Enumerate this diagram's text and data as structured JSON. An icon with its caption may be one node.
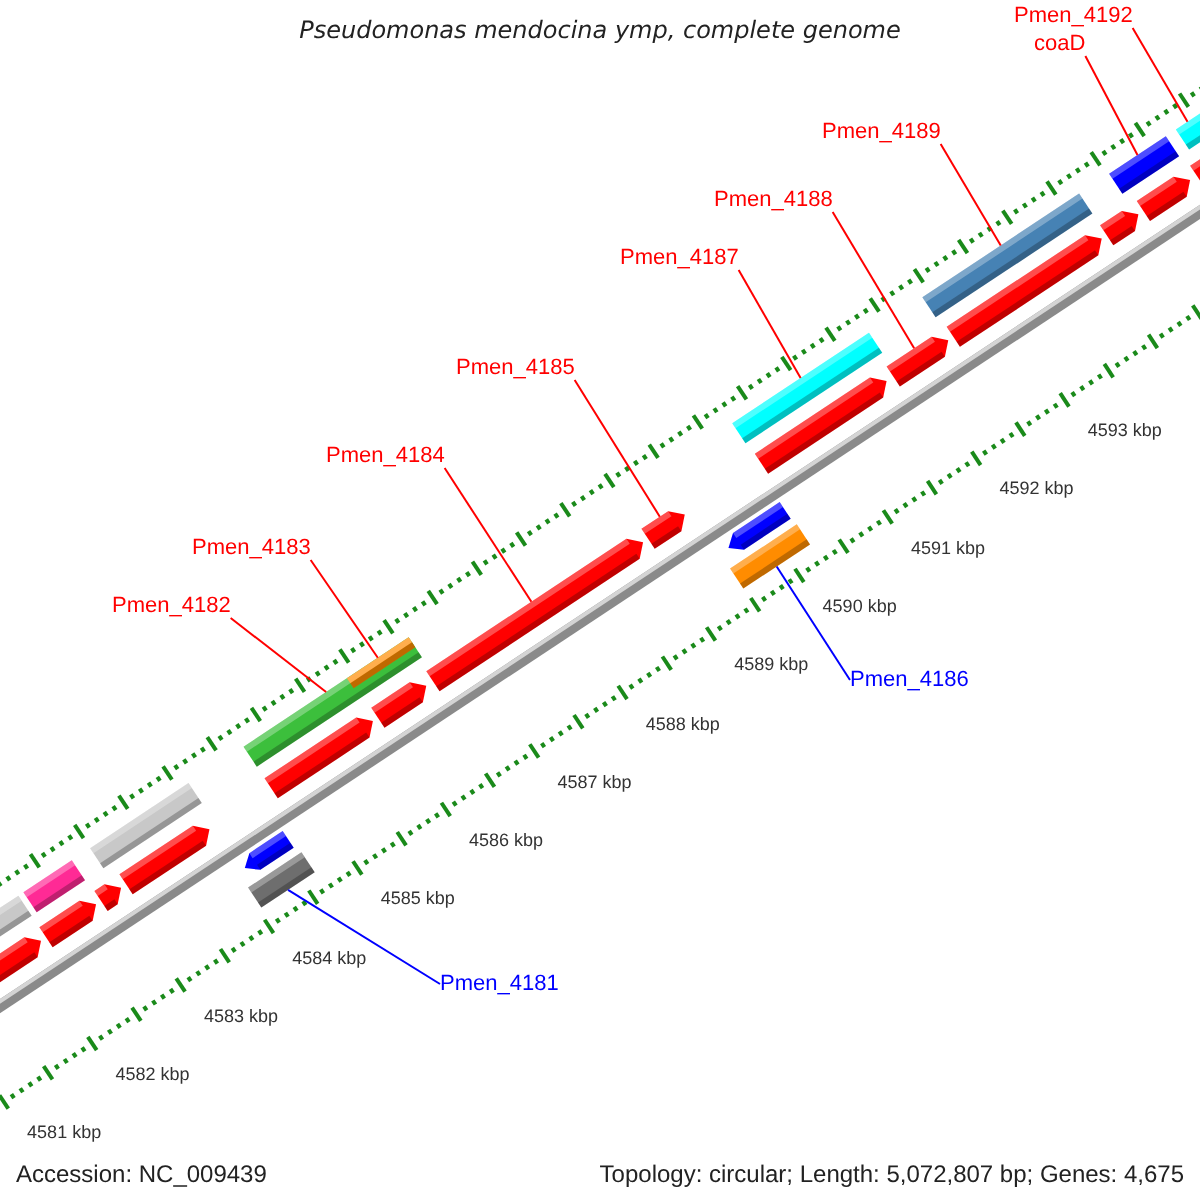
{
  "diagram": {
    "title": "Pseudomonas mendocina ymp, complete genome",
    "nodes": [
      {
        "text": [
          "Pmen_4192"
        ]
      },
      {
        "text": [
          "coaD"
        ]
      },
      {
        "text": [
          "Pmen_4189"
        ]
      },
      {
        "text": [
          "Pmen_4188"
        ]
      },
      {
        "text": [
          "Pmen_4187"
        ]
      },
      {
        "text": [
          "Pmen_4185"
        ]
      },
      {
        "text": [
          "Pmen_4184"
        ]
      },
      {
        "text": [
          "Pmen_4183"
        ]
      },
      {
        "text": [
          "Pmen_4182"
        ]
      },
      {
        "text": [
          "Pmen_4186"
        ]
      },
      {
        "text": [
          "Pmen_4181"
        ]
      },
      {
        "text": [],
        "shape": "bar"
      },
      {
        "text": [],
        "shape": "bar"
      },
      {
        "text": [],
        "shape": "bar"
      },
      {
        "text": [],
        "shape": "bar"
      },
      {
        "text": [],
        "shape": "bar"
      },
      {
        "text": [],
        "shape": "bar"
      },
      {
        "text": [],
        "shape": "bar"
      },
      {
        "text": [],
        "shape": "bar"
      },
      {
        "text": [],
        "shape": "bar"
      },
      {
        "text": [],
        "shape": "bar"
      },
      {
        "text": [],
        "shape": "bar"
      },
      {
        "text": [],
        "shape": "bar",
        "in": 21
      },
      {
        "text": [],
        "shape": "bar"
      },
      {
        "text": [],
        "shape": "bar"
      },
      {
        "text": [],
        "shape": "bar"
      },
      {
        "text": [],
        "shape": "bar"
      },
      {
        "text": [],
        "shape": "bar"
      },
      {
        "text": [],
        "shape": "bar"
      },
      {
        "text": [],
        "shape": "bar"
      },
      {
        "text": [],
        "shape": "bar"
      },
      {
        "text": [],
        "shape": "bar"
      },
      {
        "text": [],
        "shape": "bar"
      },
      {
        "text": [],
        "shape": "bar"
      },
      {
        "text": [],
        "shape": "bar"
      },
      {
        "text": [],
        "shape": "bar"
      },
      {
        "text": [],
        "shape": "bar"
      },
      {
        "text": [],
        "shape": "bar"
      }
    ],
    "edges": [
      {
        "from": 0,
        "to": 36,
        "arrow": "none"
      },
      {
        "from": 1,
        "to": 34,
        "arrow": "none"
      },
      {
        "from": 2,
        "to": 31,
        "arrow": "none"
      },
      {
        "from": 3,
        "to": 30,
        "arrow": "none"
      },
      {
        "from": 4,
        "to": 28,
        "arrow": "none"
      },
      {
        "from": 5,
        "to": 25,
        "arrow": "none"
      },
      {
        "from": 6,
        "to": 24,
        "arrow": "none"
      },
      {
        "from": 7,
        "to": 22,
        "arrow": "none"
      },
      {
        "from": 8,
        "to": 21,
        "arrow": "none"
      },
      {
        "from": 9,
        "to": 27,
        "arrow": "none",
        "color": "#0000ff"
      },
      {
        "from": 10,
        "to": 19,
        "arrow": "none",
        "color": "#0000ff"
      }
    ],
    "labels": [
      "4593 kbp",
      "4592 kbp",
      "4591 kbp",
      "4590 kbp",
      "4589 kbp",
      "4588 kbp",
      "4587 kbp",
      "4586 kbp",
      "4585 kbp",
      "4584 kbp",
      "4583 kbp",
      "4582 kbp",
      "4581 kbp",
      "Accession: NC_009439",
      "Topology: circular; Length: 5,072,807 bp; Genes: 4,675"
    ]
  }
}
